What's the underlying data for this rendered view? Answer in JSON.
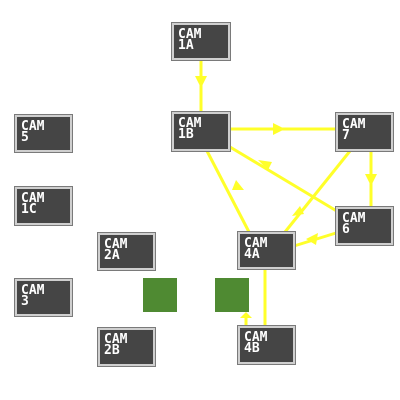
{
  "colors": {
    "link": "#ffff2a",
    "button_fill": "#454545",
    "button_border": "#cfcfcf",
    "room_fill": "#4f8a32"
  },
  "cameras": {
    "cam1a": {
      "line1": "CAM",
      "line2": "1A"
    },
    "cam1b": {
      "line1": "CAM",
      "line2": "1B"
    },
    "cam7": {
      "line1": "CAM",
      "line2": "7"
    },
    "cam5": {
      "line1": "CAM",
      "line2": "5"
    },
    "cam1c": {
      "line1": "CAM",
      "line2": "1C"
    },
    "cam6": {
      "line1": "CAM",
      "line2": "6"
    },
    "cam2a": {
      "line1": "CAM",
      "line2": "2A"
    },
    "cam4a": {
      "line1": "CAM",
      "line2": "4A"
    },
    "cam3": {
      "line1": "CAM",
      "line2": "3"
    },
    "cam2b": {
      "line1": "CAM",
      "line2": "2B"
    },
    "cam4b": {
      "line1": "CAM",
      "line2": "4B"
    }
  }
}
